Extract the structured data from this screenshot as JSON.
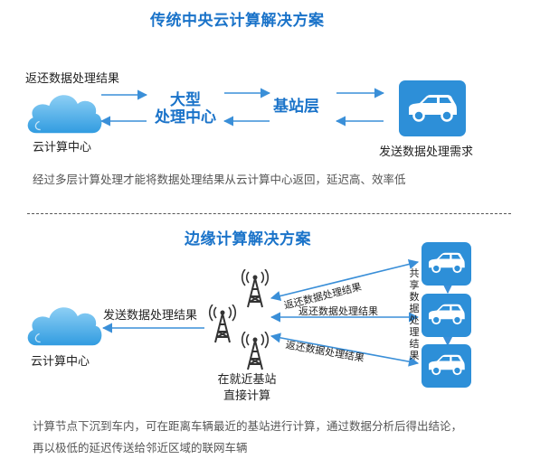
{
  "traditional": {
    "title": "传统中央云计算解决方案",
    "return_label": "返还数据处理结果",
    "cloud_label": "云计算中心",
    "center_label": "大型\n处理中心",
    "base_station_label": "基站层",
    "vehicle_label": "发送数据处理需求",
    "note": "经过多层计算处理才能将数据处理结果从云计算中心返回，延迟高、效率低"
  },
  "edge": {
    "title": "边缘计算解决方案",
    "send_label": "发送数据处理结果",
    "cloud_label": "云计算中心",
    "tower_label": "在就近基站\n直接计算",
    "return_labels": [
      "返还数据处理结果",
      "返还数据处理结果",
      "返还数据处理结果"
    ],
    "shared_label": "共享数据处理结果",
    "note": "计算节点下沉到车内，可在距离车辆最近的基站进行计算，通过数据分析后得出结论，再以极低的延迟传送给邻近区域的联网车辆"
  },
  "colors": {
    "accent": "#1a73c9",
    "arrow": "#3a8fd8",
    "car_box": "#2d8fd8"
  },
  "icons": [
    "cloud-icon",
    "car-icon",
    "tower-icon"
  ]
}
